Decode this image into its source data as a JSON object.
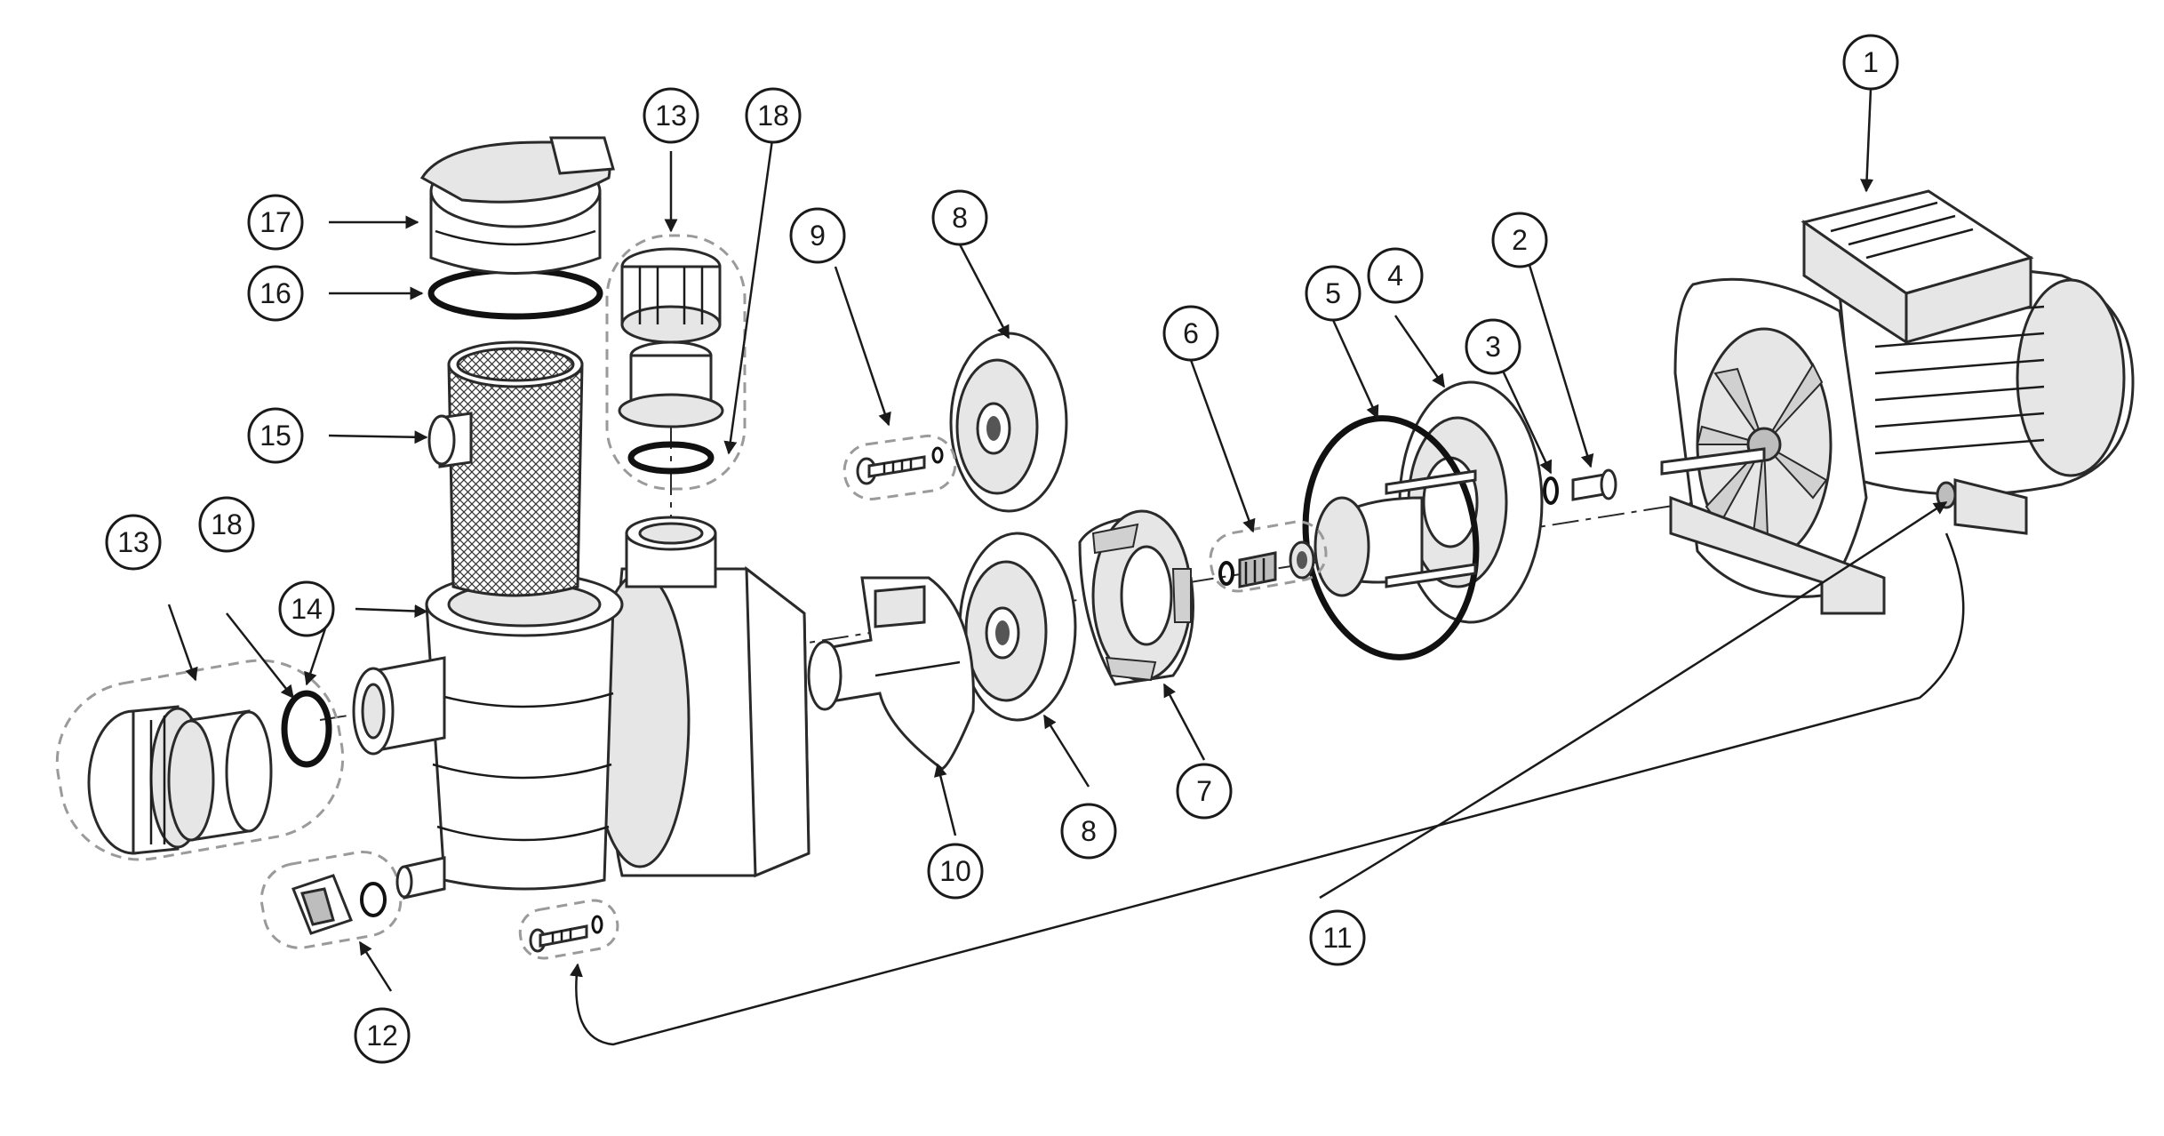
{
  "callouts": [
    "1",
    "2",
    "3",
    "4",
    "5",
    "6",
    "7",
    "8",
    "8",
    "9",
    "10",
    "11",
    "12",
    "13",
    "13",
    "14",
    "15",
    "16",
    "17",
    "18",
    "18"
  ]
}
